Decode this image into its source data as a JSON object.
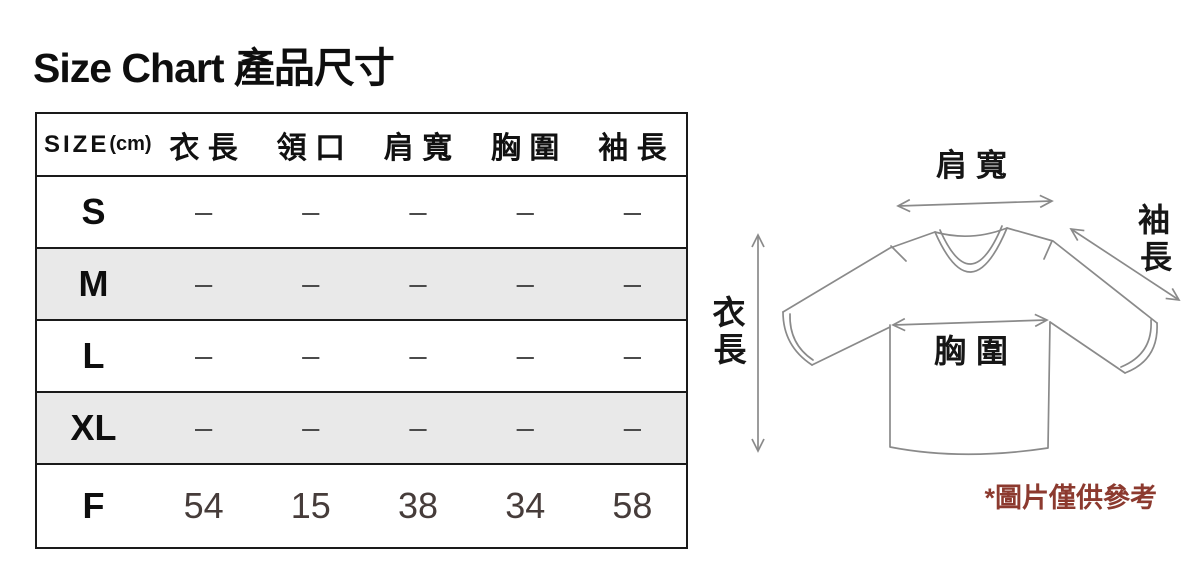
{
  "title": "Size Chart 產品尺寸",
  "table_header": {
    "size": "SIZE",
    "unit": "(cm)"
  },
  "chart_data": {
    "type": "table",
    "title": "Size Chart 產品尺寸",
    "columns": [
      "SIZE(cm)",
      "衣長",
      "領口",
      "肩寬",
      "胸圍",
      "袖長"
    ],
    "rows": [
      [
        "S",
        "–",
        "–",
        "–",
        "–",
        "–"
      ],
      [
        "M",
        "–",
        "–",
        "–",
        "–",
        "–"
      ],
      [
        "L",
        "–",
        "–",
        "–",
        "–",
        "–"
      ],
      [
        "XL",
        "–",
        "–",
        "–",
        "–",
        "–"
      ],
      [
        "F",
        "54",
        "15",
        "38",
        "34",
        "58"
      ]
    ],
    "shaded_rows": [
      "M",
      "XL"
    ],
    "units": "cm"
  },
  "diagram": {
    "shoulder_label": "肩寬",
    "chest_label": "胸圍",
    "sleeve_label_chars": [
      "袖",
      "長"
    ],
    "length_label_chars": [
      "衣",
      "長"
    ],
    "note": "*圖片僅供參考"
  },
  "colors": {
    "row_shade": "#e9e9e9",
    "table_border": "#1a1a1a",
    "dash_text": "#4b4b4b",
    "value_text": "#463c3a",
    "note_red": "#8c3a2f",
    "diagram_line": "#8a8a8a"
  }
}
